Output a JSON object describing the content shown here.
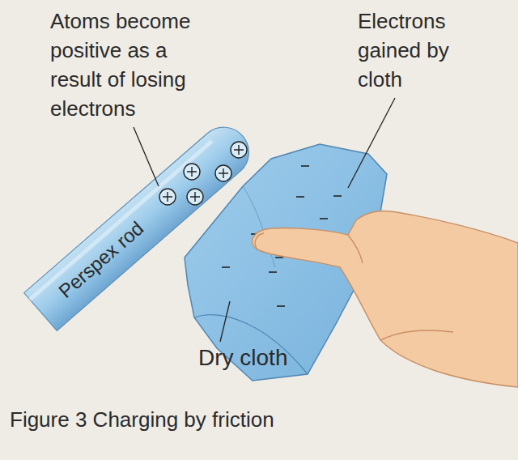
{
  "diagram": {
    "caption": "Figure 3 Charging by friction",
    "labels": [
      "Atoms become positive as a result of losing electrons",
      "Electrons gained by cloth",
      "Perspex rod",
      "Dry cloth"
    ]
  }
}
